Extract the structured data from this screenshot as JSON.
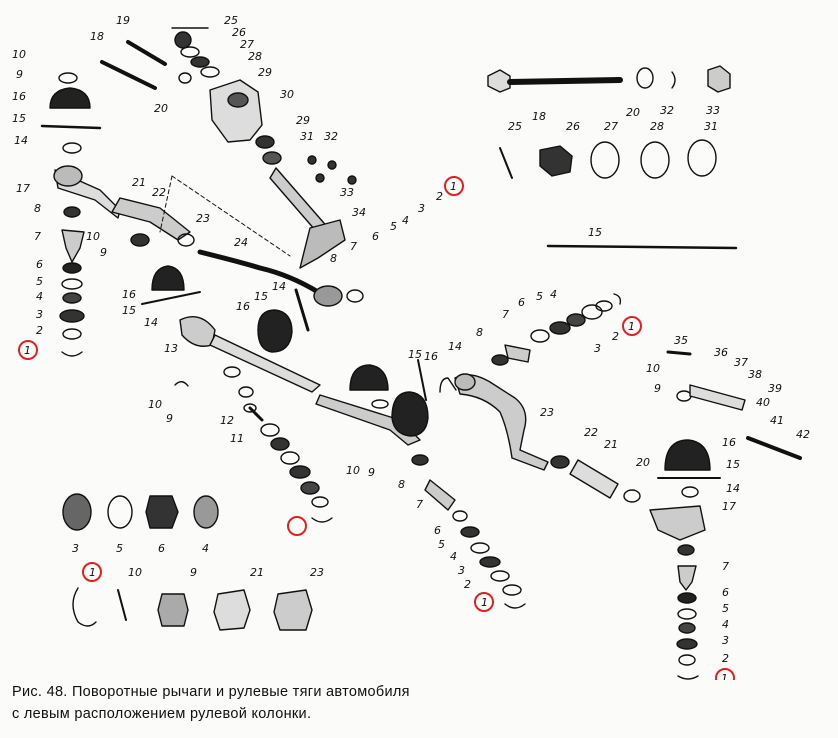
{
  "caption": {
    "line1": "Рис. 48. Поворотные рычаги и рулевые тяги автомобиля",
    "line2": "с левым расположением рулевой колонки."
  },
  "highlight_color": "#e02020",
  "part_labels": {
    "p1_left": "1",
    "p2_left": "2",
    "p3_left": "3",
    "p4_left": "4",
    "p5_left": "5",
    "p6_left": "6",
    "p7_left": "7",
    "p8_left": "8",
    "p9_left": "9",
    "p10_left": "10",
    "p14_left": "14",
    "p15_left": "15",
    "p16_left": "16",
    "p17_left": "17",
    "p18_top": "18",
    "p19_top": "19",
    "p20_top": "20",
    "p25_top": "25",
    "p26_top": "26",
    "p27_top": "27",
    "p28_top": "28",
    "p29_top": "29",
    "p30_top": "30",
    "p29b_top": "29",
    "p31_top": "31",
    "p32_top": "32",
    "p33_top": "33",
    "p34": "34",
    "p21_mid": "21",
    "p22_mid": "22",
    "p23_mid": "23",
    "p24_mid": "24",
    "p10_mid": "10",
    "p9_mid": "9",
    "p16_mid": "16",
    "p15_mid": "15",
    "p14_mid": "14",
    "p13": "13",
    "p18_r": "18",
    "p25_r": "25",
    "p26_r": "26",
    "p20_r": "20",
    "p32_r": "32",
    "p33_r": "33",
    "p27_r": "27",
    "p28_r": "28",
    "p31_r": "31",
    "p15_r": "15",
    "p1_c": "1",
    "p2_c": "2",
    "p3_c": "3",
    "p4_c": "4",
    "p5_c": "5",
    "p6_c": "6",
    "p8_c": "8",
    "p1_r2": "1",
    "p2_r2": "2",
    "p3_r2": "3",
    "p4_r2": "4",
    "p5_r2": "5",
    "p6_r2": "6",
    "p7_r2": "7",
    "p8_r2": "8",
    "p15_c2": "15",
    "p16_c2": "16",
    "p14_c2": "14",
    "p12": "12",
    "p11": "11",
    "p10_c2": "10",
    "p9_c2": "9",
    "p7_c": "7",
    "p35": "35",
    "p36": "36",
    "p37": "37",
    "p38": "38",
    "p39": "39",
    "p40": "40",
    "p41": "41",
    "p42": "42",
    "p10_r3": "10",
    "p9_r3": "9",
    "p16_r3": "16",
    "p15_r3": "15",
    "p14_r3": "14",
    "p17_r3": "17",
    "p7_r3": "7",
    "p6_r3": "6",
    "p5_r3": "5",
    "p4_r3": "4",
    "p3_r3": "3",
    "p2_r3": "2",
    "p1_r3": "1",
    "p21_r3": "21",
    "p22_r3": "22",
    "p23_r3": "23",
    "p20_r3": "20",
    "p16_mid2": "16",
    "p15_mid2": "15",
    "p14_mid2": "14",
    "p10_mid2": "10",
    "p9_mid2": "9",
    "p8_mid2": "8",
    "p7_mid2": "7",
    "p6_mid2": "6",
    "p5_mid2": "5",
    "p4_mid2": "4",
    "p3_mid2": "3",
    "p2_mid2": "2",
    "p1_mid2": "1",
    "p3_b": "3",
    "p5_b": "5",
    "p6_b": "6",
    "p4_b": "4",
    "p1_b": "1",
    "p10_b": "10",
    "p9_b": "9",
    "p21_b": "21",
    "p23_b": "23"
  }
}
